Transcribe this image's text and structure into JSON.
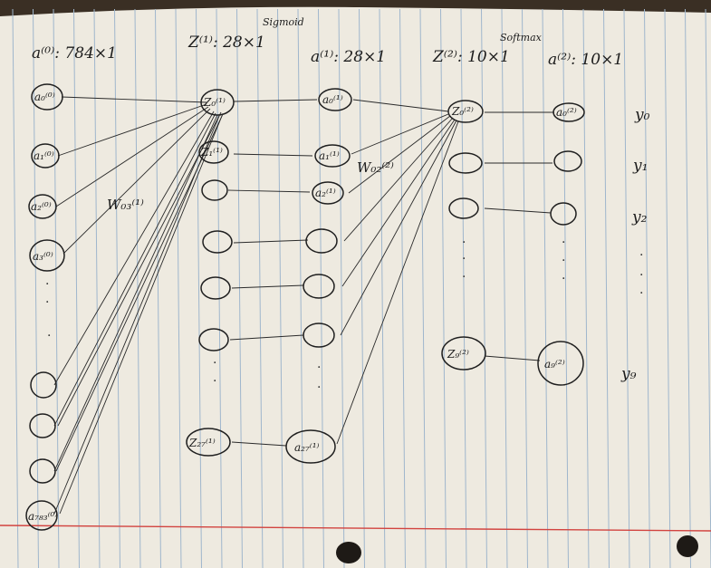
{
  "headers": {
    "input": "a⁽⁰⁾: 784×1",
    "z1": "Z⁽¹⁾: 28×1",
    "a1": "a⁽¹⁾: 28×1",
    "z2": "Z⁽²⁾: 10×1",
    "a2": "a⁽²⁾: 10×1",
    "sigmoid": "Sigmoid",
    "softmax": "Softmax"
  },
  "weights": {
    "w1": "W₀₃⁽¹⁾",
    "w2": "W₀₂⁽²⁾"
  },
  "nodes": {
    "a0_0": "a₀⁽⁰⁾",
    "a0_1": "a₁⁽⁰⁾",
    "a0_2": "a₂⁽⁰⁾",
    "a0_3": "a₃⁽⁰⁾",
    "a0_last": "a₇₈₃⁽⁰⁾",
    "z1_0": "Z₀⁽¹⁾",
    "z1_1": "Z₁⁽¹⁾",
    "z1_last": "Z₂₇⁽¹⁾",
    "a1_0": "a₀⁽¹⁾",
    "a1_1": "a₁⁽¹⁾",
    "a1_2": "a₂⁽¹⁾",
    "a1_last": "a₂₇⁽¹⁾",
    "z2_0": "Z₀⁽²⁾",
    "z2_last": "Z₉⁽²⁾",
    "a2_0": "a₀⁽²⁾",
    "a2_last": "a₉⁽²⁾"
  },
  "outputs": {
    "y0": "y₀",
    "y1": "y₁",
    "y2": "y₂",
    "y9": "y₉"
  }
}
